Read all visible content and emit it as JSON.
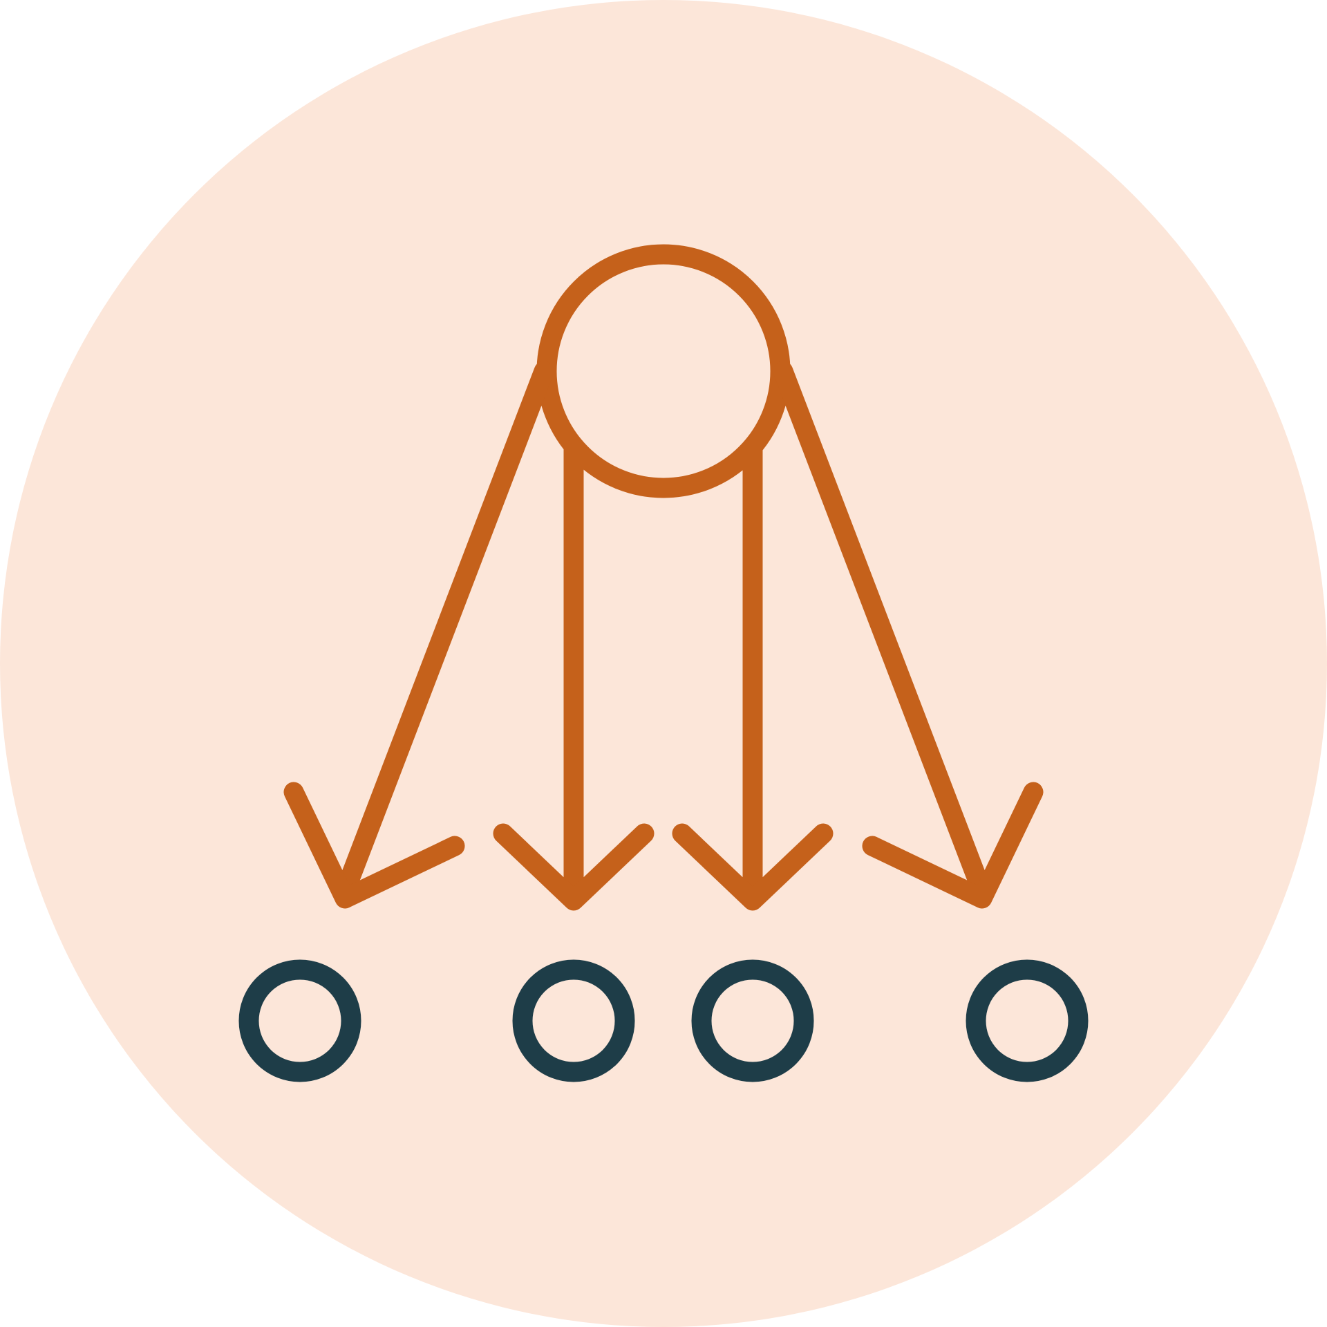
{
  "colors": {
    "page_background": "#ffffff",
    "badge_background": "#fce6d9",
    "source_color": "#c5611b",
    "target_color": "#1e3d48"
  },
  "icons": {
    "badge": "circle-badge",
    "source": "hollow-circle-node",
    "arrows": "down-arrow-icon",
    "targets": "hollow-circle-node"
  },
  "diagram": {
    "type": "one-to-many distribution",
    "source_count": 1,
    "target_count": 4,
    "arrow_count": 4
  }
}
